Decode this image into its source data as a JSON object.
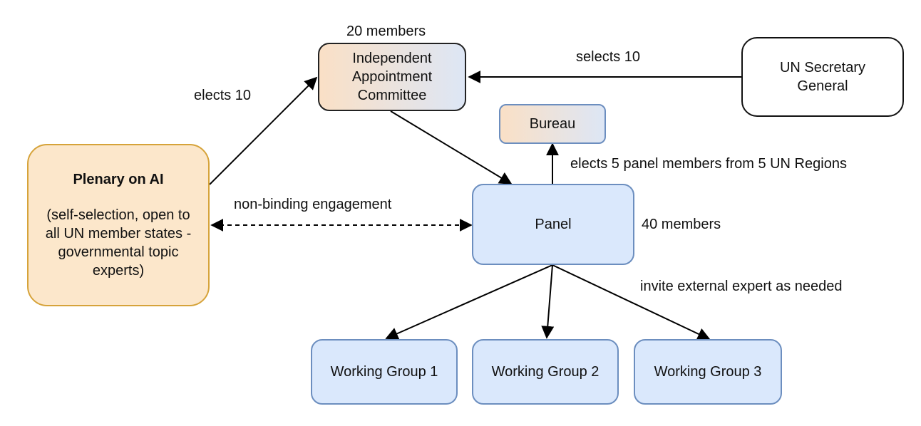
{
  "nodes": {
    "iac": {
      "lines": [
        "Independent",
        "Appointment",
        "Committee"
      ]
    },
    "unsg": {
      "lines": [
        "UN Secretary",
        "General"
      ]
    },
    "bureau": {
      "label": "Bureau"
    },
    "plenary": {
      "title": "Plenary on AI",
      "lines": [
        "(self-selection, open to",
        "all UN member states -",
        "governmental topic",
        "experts)"
      ]
    },
    "panel": {
      "label": "Panel"
    },
    "wg1": {
      "label": "Working Group 1"
    },
    "wg2": {
      "label": "Working Group 2"
    },
    "wg3": {
      "label": "Working Group 3"
    }
  },
  "labels": {
    "iac_members": "20 members",
    "selects": "selects 10",
    "elects": "elects 10",
    "bureau_elects": "elects 5 panel members from 5 UN Regions",
    "engagement": "non-binding engagement",
    "panel_members": "40 members",
    "external": "invite external expert as needed"
  }
}
